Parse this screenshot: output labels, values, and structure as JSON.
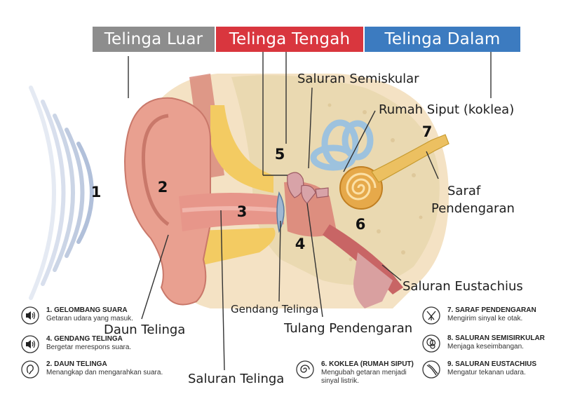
{
  "headers": {
    "outer": {
      "label": "Telinga Luar",
      "color": "#8d8d8d"
    },
    "middle": {
      "label": "Telinga Tengah",
      "color": "#d9363e"
    },
    "inner": {
      "label": "Telinga Dalam",
      "color": "#3c7bc0"
    }
  },
  "labels": {
    "semicircular": "Saluran Semiskular",
    "cochlea": "Rumah Siput (koklea)",
    "nerve_line1": "Saraf",
    "nerve_line2": "Pendengaran",
    "eustachian": "Saluran Eustachius",
    "eardrum": "Gendang Telinga",
    "ossicles": "Tulang Pendengaran",
    "pinna": "Daun Telinga",
    "canal": "Saluran Telinga"
  },
  "numbers": [
    "1",
    "2",
    "3",
    "4",
    "5",
    "6",
    "7"
  ],
  "legend_left": [
    {
      "icon": "sound-wave-icon",
      "title": "1. GELOMBANG SUARA",
      "desc": "Getaran udara yang masuk."
    },
    {
      "icon": "vibration-icon",
      "title": "4. GENDANG TELINGA",
      "desc": "Bergetar merespons suara."
    },
    {
      "icon": "ear-icon",
      "title": "2. DAUN TELINGA",
      "desc": "Menangkap dan mengarahkan suara."
    }
  ],
  "legend_mid": [
    {
      "icon": "cochlea-icon",
      "title": "6. KOKLEA (RUMAH SIPUT)",
      "desc": "Mengubah getaran menjadi sinyal listrik."
    }
  ],
  "legend_right": [
    {
      "icon": "nerve-icon",
      "title": "7. SARAF PENDENGARAN",
      "desc": "Mengirim sinyal ke otak."
    },
    {
      "icon": "semicircular-canals-icon",
      "title": "8. SALURAN SEMISIRKULAR",
      "desc": "Menjaga keseimbangan."
    },
    {
      "icon": "eustachian-tube-icon",
      "title": "9. SALURAN EUSTACHIUS",
      "desc": "Mengatur tekanan udara."
    }
  ]
}
